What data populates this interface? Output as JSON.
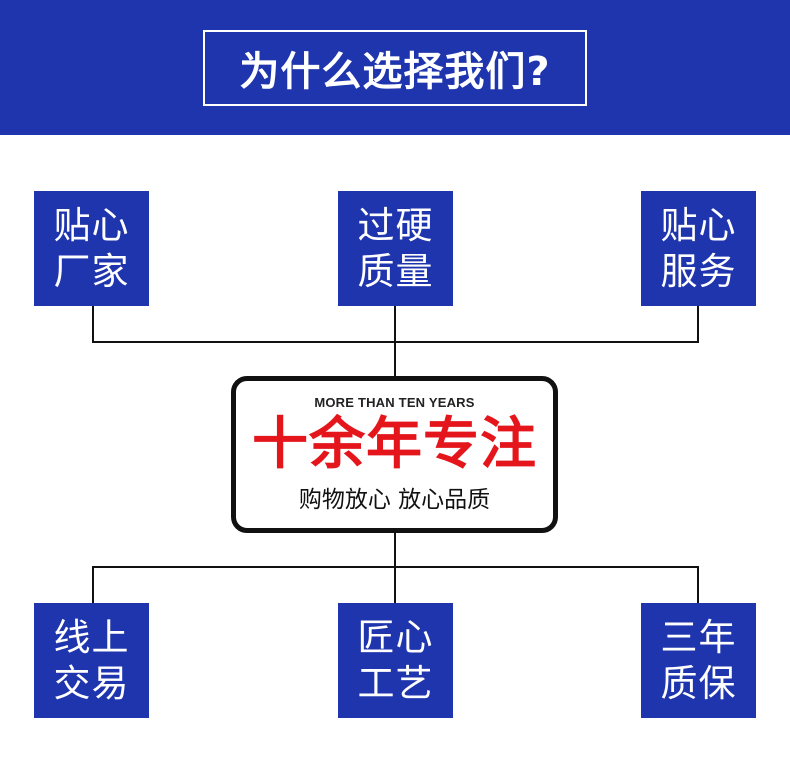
{
  "header": {
    "title": "为什么选择我们?"
  },
  "top_cards": [
    {
      "line1": "贴心",
      "line2": "厂家"
    },
    {
      "line1": "过硬",
      "line2": "质量"
    },
    {
      "line1": "贴心",
      "line2": "服务"
    }
  ],
  "center": {
    "subtitle": "MORE THAN TEN YEARS",
    "headline": "十余年专注",
    "tagline": "购物放心 放心品质"
  },
  "bottom_cards": [
    {
      "line1": "线上",
      "line2": "交易"
    },
    {
      "line1": "匠心",
      "line2": "工艺"
    },
    {
      "line1": "三年",
      "line2": "质保"
    }
  ],
  "colors": {
    "brand_blue": "#1f35ad",
    "headline_red": "#e4161c",
    "line_dark": "#111111"
  }
}
